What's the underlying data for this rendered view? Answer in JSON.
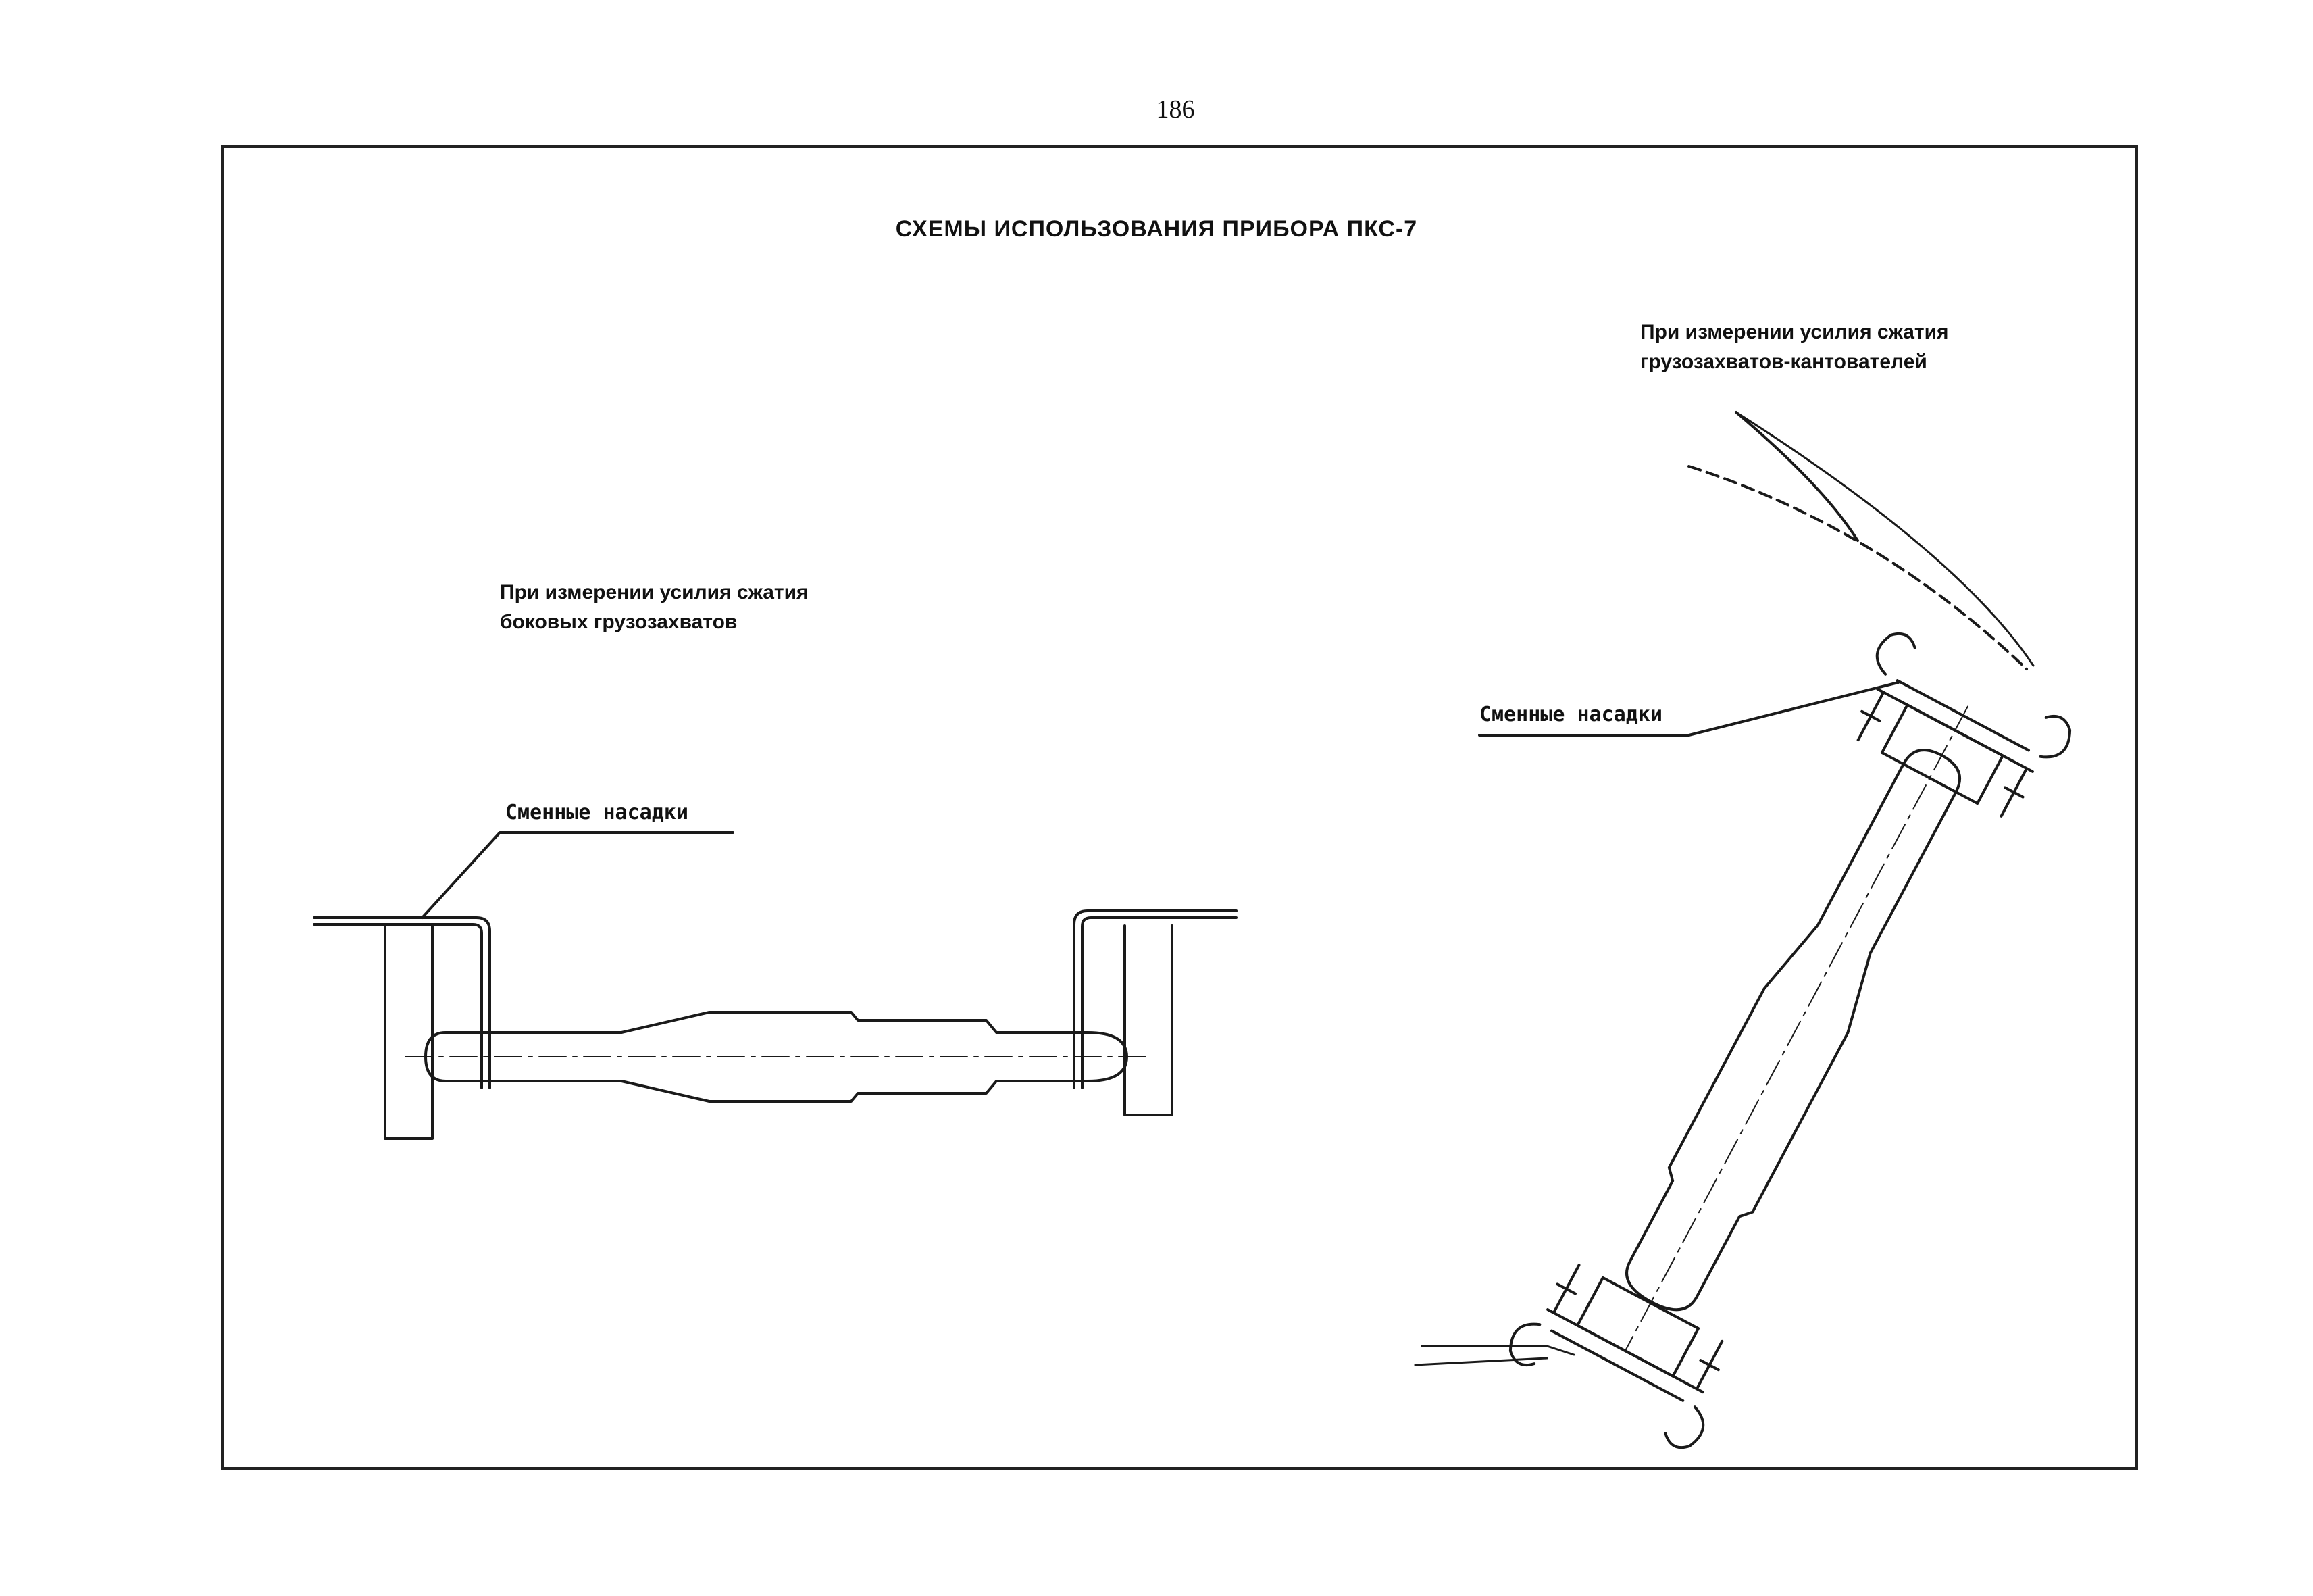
{
  "page_number": "186",
  "title": "СХЕМЫ ИСПОЛЬЗОВАНИЯ ПРИБОРА ПКС-7",
  "left_scheme": {
    "caption_line1": "При измерении усилия сжатия",
    "caption_line2": "боковых грузозахватов",
    "callout": "Сменные насадки"
  },
  "right_scheme": {
    "caption_line1": "При измерении усилия сжатия",
    "caption_line2": "грузозахватов-кантователей",
    "callout": "Сменные насадки"
  }
}
